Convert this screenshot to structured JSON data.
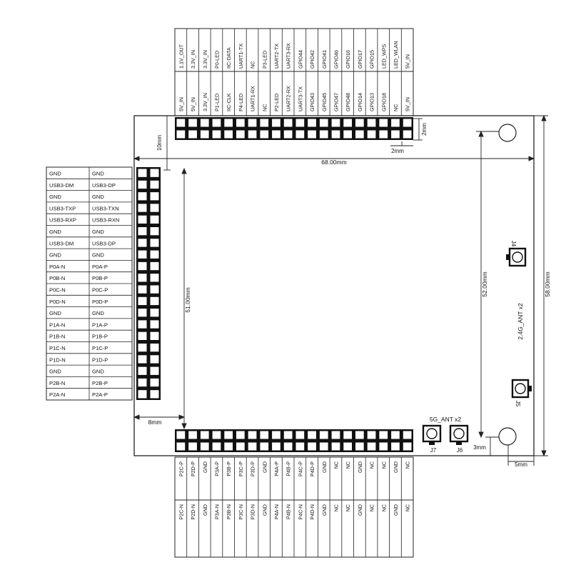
{
  "top_pins": {
    "row_outer": [
      "1.1V_OUT",
      "3.3V_IN",
      "3.3V_IN",
      "P0-LED",
      "IIC-DATA",
      "UART1-TX",
      "NC",
      "P3-LED",
      "UART2-TX",
      "UART3-RX",
      "GPIO44",
      "GPIO42",
      "GPIO41",
      "GPIO46",
      "GPIO16",
      "GPIO17",
      "GPIO15",
      "LED_WPS",
      "LED_WLAN",
      "5V_IN"
    ],
    "row_inner": [
      "5V_IN",
      "5V_IN",
      "3.3V_IN",
      "P1-LED",
      "IIC-CLK",
      "P4-LED",
      "UART1-RX",
      "NC",
      "P2-LED",
      "UART2-RX",
      "UART3-TX",
      "GPIO43",
      "GPIO45",
      "GPIO47",
      "GPIO48",
      "GPIO14",
      "GPIO13",
      "GPIO18",
      "NC",
      "5V_IN"
    ]
  },
  "left_pins": {
    "col_outer": [
      "GND",
      "USB3-DM",
      "GND",
      "USB3-TXP",
      "USB3-RXP",
      "GND",
      "USB3-DM",
      "GND",
      "P0A-N",
      "P0B-N",
      "P0C-N",
      "P0D-N",
      "GND",
      "P1A-N",
      "P1B-N",
      "P1C-N",
      "P1D-N",
      "GND",
      "P2B-N",
      "P2A-N"
    ],
    "col_inner": [
      "GND",
      "USB3-DP",
      "GND",
      "USB3-TXN",
      "USB3-RXN",
      "GND",
      "USB3-DP",
      "GND",
      "P0A-P",
      "P0B-P",
      "P0C-P",
      "P0D-P",
      "GND",
      "P1A-P",
      "P1B-P",
      "P1C-P",
      "P1D-P",
      "GND",
      "P2B-P",
      "P2A-P"
    ]
  },
  "bottom_pins": {
    "row_inner": [
      "P2C-P",
      "P2D-P",
      "GND",
      "P3A-P",
      "P3B-P",
      "P3C-P",
      "P3D-P",
      "GND",
      "P4A-P",
      "P4B-P",
      "P4C-P",
      "P4D-P",
      "GND",
      "NC",
      "NC",
      "GND",
      "NC",
      "NC",
      "GND",
      "NC"
    ],
    "row_outer": [
      "P2C-N",
      "P2D-N",
      "GND",
      "P3A-N",
      "P3B-N",
      "P3C-N",
      "P3D-N",
      "GND",
      "P4A-N",
      "P4B-N",
      "P4C-N",
      "P4D-N",
      "GND",
      "NC",
      "NC",
      "GND",
      "NC",
      "NC",
      "GND",
      "NC"
    ]
  },
  "dimensions": {
    "width_68": "68.00mm",
    "height_51": "51.00mm",
    "height_52": "52.00mm",
    "height_58": "58.00mm",
    "offset_8mm": "8mm",
    "offset_10mm": "10mm",
    "pitch_2mm_h": "2mm",
    "pitch_2mm_v": "2mm",
    "offset_3mm": "3mm",
    "offset_5mm": "5mm"
  },
  "labels": {
    "ant_24g": "2.4G_ANT x2",
    "ant_5g": "5G_ANT x2",
    "j4": "J4",
    "j5": "J5",
    "j6": "J6",
    "j7": "J7"
  }
}
